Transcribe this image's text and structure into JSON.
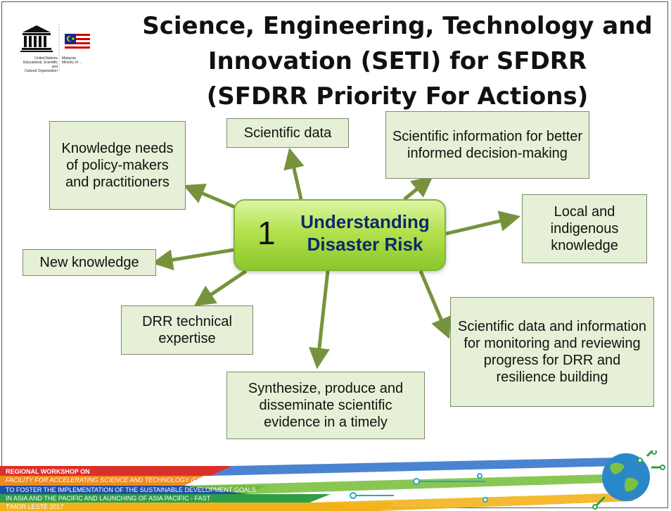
{
  "title": {
    "line1": "Science, Engineering, Technology and",
    "line2": "Innovation (SETI) for SFDRR",
    "line3": "(SFDRR Priority For Actions)"
  },
  "logo": {
    "unesco_line1": "United Nations",
    "unesco_line2": "Educational, Scientific and",
    "unesco_line3": "Cultural Organization",
    "country_line1": "Malaysia",
    "country_line2": "Ministry of ..."
  },
  "center": {
    "number": "1",
    "label_line1": "Understanding",
    "label_line2": "Disaster Risk"
  },
  "nodes": {
    "knowledge_needs": "Knowledge needs of policy-makers and practitioners",
    "scientific_data": "Scientific data",
    "scientific_information": "Scientific information for better informed decision-making",
    "local_knowledge": "Local and indigenous knowledge",
    "new_knowledge": "New knowledge",
    "drr_expertise": "DRR technical expertise",
    "monitoring": "Scientific data and information for monitoring and reviewing progress for DRR and resilience building",
    "synthesize": "Synthesize, produce and disseminate scientific evidence in a timely"
  },
  "footer": {
    "line1": "REGIONAL WORKSHOP ON",
    "line2": "FACILITY FOR ACCELERATING SCIENCE AND TECHNOLOGY (FAST)",
    "line3": "TO FOSTER THE IMPLEMENTATION OF THE SUSTAINABLE DEVELOPMENT GOALS",
    "line4": "IN ASIA AND THE PACIFIC AND LAUNCHING OF ASIA PACIFIC - FAST",
    "line5": "TIMOR LESTE 2017"
  },
  "colors": {
    "node_fill": "#e6f0d6",
    "arrow": "#76933c",
    "center_fill": "#9fd43a",
    "center_text": "#0b2a6a"
  }
}
